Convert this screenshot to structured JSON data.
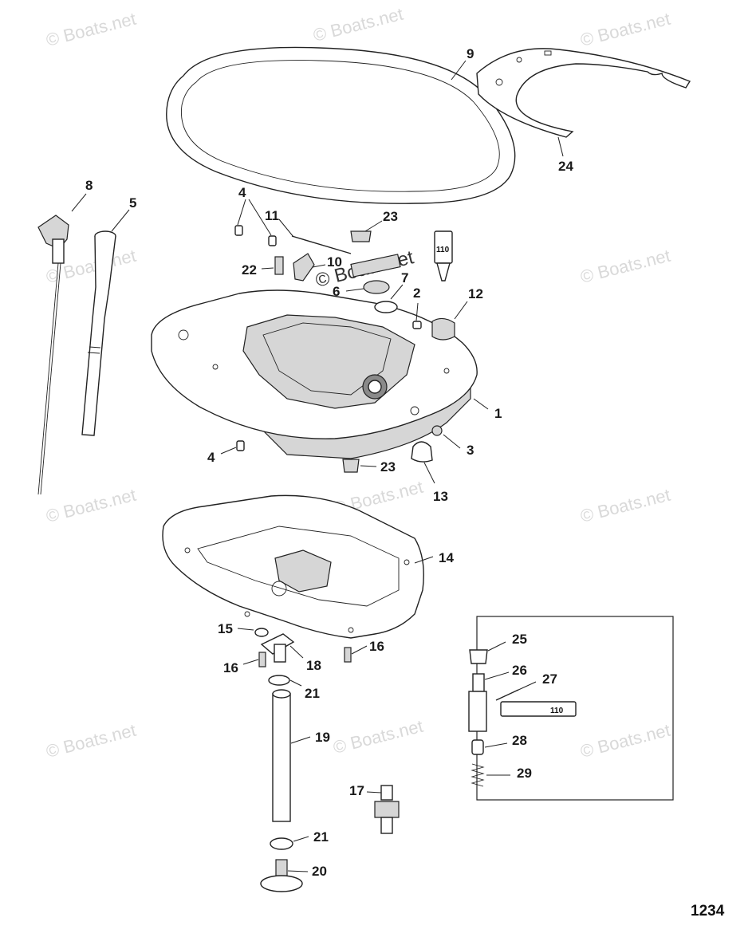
{
  "watermark": "© Boats.net",
  "diagram_number": "1234",
  "tube_label": "110",
  "callouts": [
    "1",
    "2",
    "3",
    "4",
    "5",
    "6",
    "7",
    "8",
    "9",
    "10",
    "11",
    "12",
    "13",
    "14",
    "15",
    "16",
    "17",
    "18",
    "19",
    "20",
    "21",
    "22",
    "23",
    "24",
    "25",
    "26",
    "27",
    "28",
    "29"
  ]
}
